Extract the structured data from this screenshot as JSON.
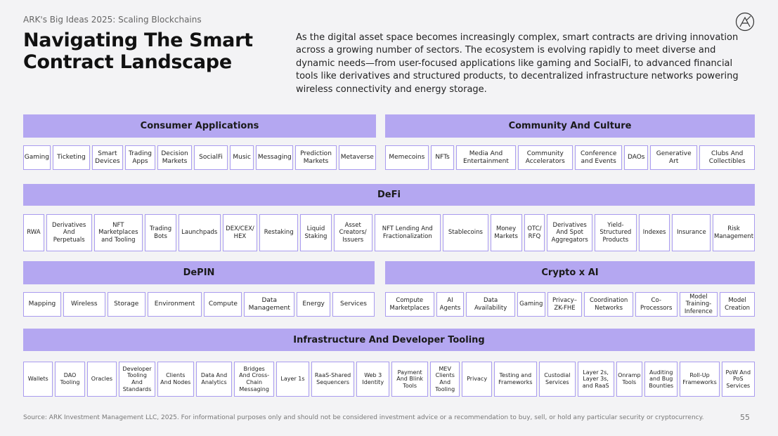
{
  "header": {
    "kicker": "ARK's Big Ideas 2025: Scaling Blockchains",
    "title": "Navigating The Smart\nContract Landscape",
    "intro": "As the digital asset space becomes increasingly complex, smart contracts are driving innovation across a growing number of sectors. The ecosystem is evolving rapidly to meet diverse and dynamic needs—from user-focused applications like gaming and SocialFi, to advanced financial tools like derivatives and structured products, to decentralized infrastructure networks powering wireless connectivity and energy storage.",
    "logo_icon": "ark-logo-icon"
  },
  "consumer": {
    "title": "Consumer Applications",
    "items": [
      "Gaming",
      "Ticketing",
      "Smart\nDevices",
      "Trading\nApps",
      "Decision\nMarkets",
      "SocialFi",
      "Music",
      "Messaging",
      "Prediction\nMarkets",
      "Metaverse"
    ]
  },
  "community": {
    "title": "Community And Culture",
    "items": [
      "Memecoins",
      "NFTs",
      "Media And\nEntertainment",
      "Community\nAccelerators",
      "Conference\nand Events",
      "DAOs",
      "Generative\nArt",
      "Clubs And\nCollectibles"
    ]
  },
  "defi": {
    "title": "DeFi",
    "items": [
      "RWA",
      "Derivatives\nAnd\nPerpetuals",
      "NFT\nMarketplaces\nand Tooling",
      "Trading\nBots",
      "Launchpads",
      "DEX/CEX/\nHEX",
      "Restaking",
      "Liquid\nStaking",
      "Asset\nCreators/\nIssuers",
      "NFT Lending And\nFractionalization",
      "Stablecoins",
      "Money\nMarkets",
      "OTC/\nRFQ",
      "Derivatives\nAnd Spot\nAggregators",
      "Yield-\nStructured\nProducts",
      "Indexes",
      "Insurance",
      "Risk\nManagement"
    ]
  },
  "depin": {
    "title": "DePIN",
    "items": [
      "Mapping",
      "Wireless",
      "Storage",
      "Environment",
      "Compute",
      "Data\nManagement",
      "Energy",
      "Services"
    ]
  },
  "cryptoai": {
    "title": "Crypto x AI",
    "items": [
      "Compute\nMarketplaces",
      "AI\nAgents",
      "Data\nAvailability",
      "Gaming",
      "Privacy–\nZK-FHE",
      "Coordination\nNetworks",
      "Co-\nProcessors",
      "Model\nTraining-\nInference",
      "Model\nCreation"
    ]
  },
  "infra": {
    "title": "Infrastructure And Developer Tooling",
    "items": [
      "Wallets",
      "DAO\nTooling",
      "Oracles",
      "Developer\nTooling\nAnd\nStandards",
      "Clients\nAnd Nodes",
      "Data And\nAnalytics",
      "Bridges\nAnd Cross-\nChain\nMessaging",
      "Layer 1s",
      "RaaS-Shared\nSequencers",
      "Web 3\nIdentity",
      "Payment\nAnd Blink\nTools",
      "MEV\nClients\nAnd\nTooling",
      "Privacy",
      "Testing and\nFrameworks",
      "Custodial\nServices",
      "Layer 2s,\nLayer 3s,\nand RaaS",
      "Onramp\nTools",
      "Auditing\nand Bug\nBounties",
      "Roll-Up\nFrameworks",
      "PoW And\nPoS\nServices"
    ]
  },
  "footer": {
    "source": "Source: ARK Investment Management LLC, 2025. For informational purposes only and should not be considered investment advice or a recommendation to buy, sell, or hold any particular security or cryptocurrency.",
    "page_number": "55"
  },
  "colors": {
    "bar": "#b4a7f1",
    "box_border": "#a99bef",
    "background": "#f3f3f5"
  }
}
